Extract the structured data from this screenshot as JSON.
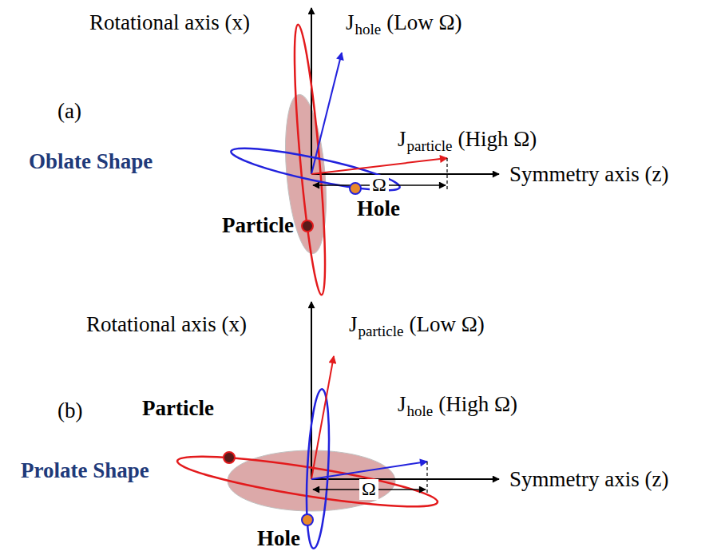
{
  "diagram": {
    "labels": [
      "Rotational axis (x)",
      "J",
      "hole",
      "(Low Ω)",
      "(a)",
      "J",
      "particle",
      "(High Ω)",
      "Oblate Shape",
      "Symmetry axis (z)",
      "Ω",
      "Hole",
      "Particle",
      "Rotational axis (x)",
      "J",
      "particle",
      "(Low Ω)",
      "(b)",
      "Particle",
      "J",
      "hole",
      "(High Ω)",
      "Prolate Shape",
      "Symmetry axis (z)",
      "Ω",
      "Hole"
    ]
  }
}
